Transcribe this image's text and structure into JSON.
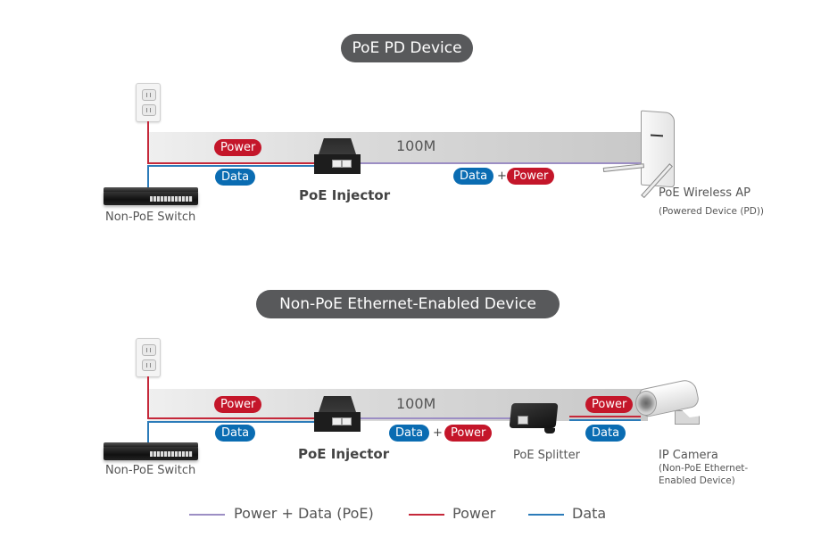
{
  "diagrams": [
    {
      "title": "PoE PD Device",
      "outlet_icon": "power-outlet-icon",
      "switch": {
        "icon": "network-switch-icon",
        "label": "Non-PoE Switch"
      },
      "injector": {
        "icon": "poe-injector-icon",
        "label": "PoE Injector"
      },
      "left_pills": {
        "power": "Power",
        "data": "Data"
      },
      "distance": "100M",
      "right_pills": {
        "data": "Data",
        "plus": "+",
        "power": "Power"
      },
      "endpoint": {
        "icon": "wireless-access-point-icon",
        "label": "PoE Wireless AP",
        "sublabel": "(Powered Device (PD))"
      }
    },
    {
      "title": "Non-PoE Ethernet-Enabled Device",
      "outlet_icon": "power-outlet-icon",
      "switch": {
        "icon": "network-switch-icon",
        "label": "Non-PoE Switch"
      },
      "injector": {
        "icon": "poe-injector-icon",
        "label": "PoE Injector"
      },
      "left_pills": {
        "power": "Power",
        "data": "Data"
      },
      "distance": "100M",
      "mid_pills": {
        "data": "Data",
        "plus": "+",
        "power": "Power"
      },
      "splitter": {
        "icon": "poe-splitter-icon",
        "label": "PoE Splitter"
      },
      "right_pills": {
        "power": "Power",
        "data": "Data"
      },
      "endpoint": {
        "icon": "ip-camera-icon",
        "label": "IP Camera",
        "sublabel_lines": [
          "(Non-PoE Ethernet-",
          "Enabled Device)"
        ]
      }
    }
  ],
  "legend": [
    {
      "label": "Power + Data (PoE)",
      "color": "#9c8ec4"
    },
    {
      "label": "Power",
      "color": "#c5283a"
    },
    {
      "label": "Data",
      "color": "#2b7bb9"
    }
  ],
  "colors": {
    "power": "#c4162a",
    "data": "#0a6cb2",
    "poe": "#9c8ec4",
    "title_pill": "#58595b"
  }
}
